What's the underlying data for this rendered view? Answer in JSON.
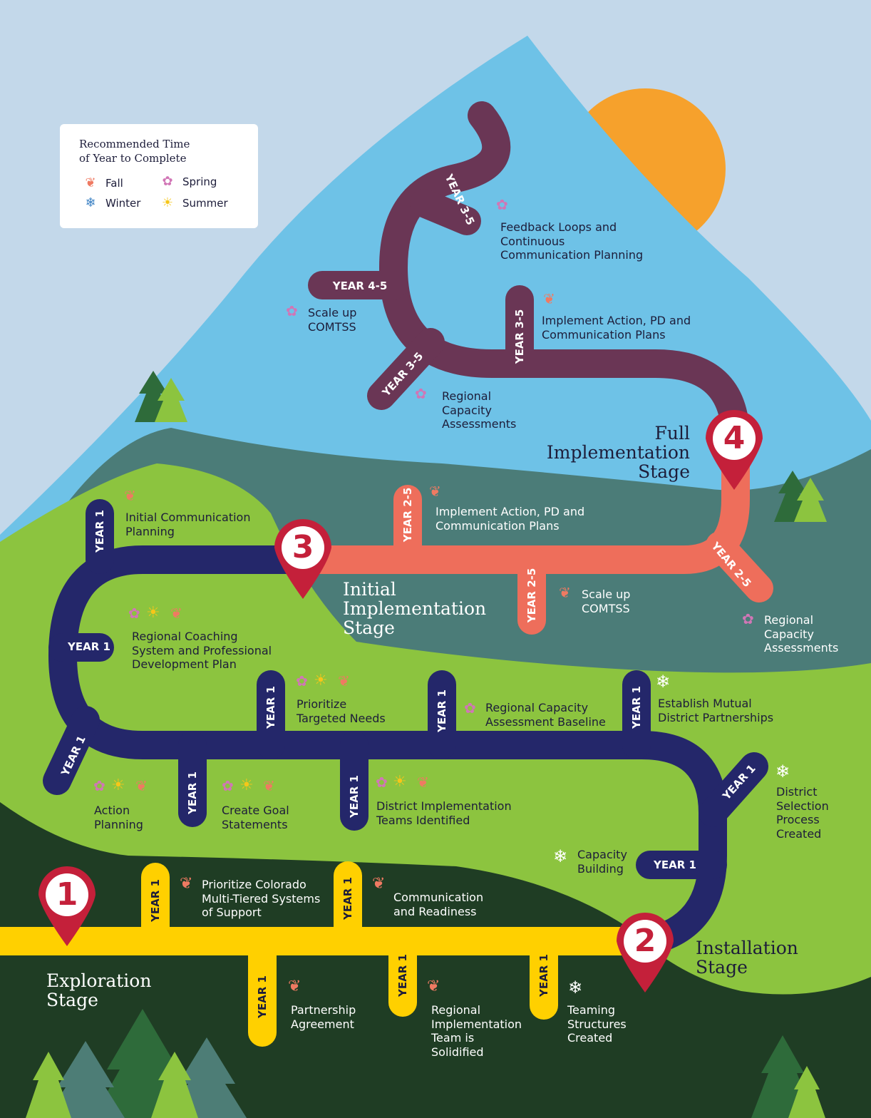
{
  "legend": {
    "title": "Recommended Time\nof Year to Complete",
    "items": [
      {
        "label": "Fall",
        "icon": "maple-leaf-icon",
        "color": "#ef7a62"
      },
      {
        "label": "Spring",
        "icon": "flower-icon",
        "color": "#d176b6"
      },
      {
        "label": "Winter",
        "icon": "snowflake-icon",
        "color": "#3d82c4"
      },
      {
        "label": "Summer",
        "icon": "sun-icon",
        "color": "#f6c619"
      }
    ]
  },
  "stages": [
    {
      "number": "1",
      "title": "Exploration\nStage",
      "color": "#ffd000"
    },
    {
      "number": "2",
      "title": "Installation\nStage",
      "color": "#24276a"
    },
    {
      "number": "3",
      "title": "Initial\nImplementation\nStage",
      "color": "#ee6e5b"
    },
    {
      "number": "4",
      "title": "Full\nImplementation\nStage",
      "color": "#6a3655"
    }
  ],
  "year_labels": {
    "y1": "YEAR 1",
    "y25": "YEAR 2-5",
    "y35": "YEAR 3-5",
    "y45": "YEAR 4-5"
  },
  "activities": {
    "prioritize_comtss": "Prioritize Colorado\nMulti-Tiered Systems\nof Support",
    "communication_readiness": "Communication\nand Readiness",
    "partnership_agreement": "Partnership\nAgreement",
    "regional_implementation_team": "Regional\nImplementation\nTeam is\nSolidified",
    "teaming_structures": "Teaming\nStructures\nCreated",
    "capacity_building": "Capacity\nBuilding",
    "district_selection": "District\nSelection\nProcess\nCreated",
    "district_implementation_teams": "District Implementation\nTeams Identified",
    "create_goal_statements": "Create Goal\nStatements",
    "action_planning": "Action\nPlanning",
    "establish_mutual_partnerships": "Establish Mutual\nDistrict Partnerships",
    "regional_capacity_baseline": "Regional Capacity\nAssessment Baseline",
    "prioritize_targeted_needs": "Prioritize\nTargeted Needs",
    "regional_coaching_system": "Regional Coaching\nSystem and Professional\nDevelopment Plan",
    "initial_communication_planning": "Initial Communication\nPlanning",
    "implement_plans_2_5": "Implement Action, PD and\nCommunication Plans",
    "scale_up_2_5": "Scale up\nCOMTSS",
    "regional_capacity_2_5": "Regional\nCapacity\nAssessments",
    "regional_capacity_3_5": "Regional\nCapacity\nAssessments",
    "implement_plans_3_5": "Implement Action, PD and\nCommunication Plans",
    "scale_up_4_5": "Scale up\nCOMTSS",
    "feedback_loops": "Feedback Loops and\nContinuous\nCommunication Planning"
  },
  "colors": {
    "sky": "#c3d8ea",
    "mountain": "#6ec2e7",
    "sun": "#f6a12c",
    "teal_hills": "#4b7c78",
    "light_green": "#8cc43f",
    "dark_green": "#1f3d24",
    "pin": "#c4203a",
    "fall": "#ef7a62",
    "spring": "#d176b6",
    "summer": "#f6c619",
    "winter_on_dark": "#ffffff"
  }
}
